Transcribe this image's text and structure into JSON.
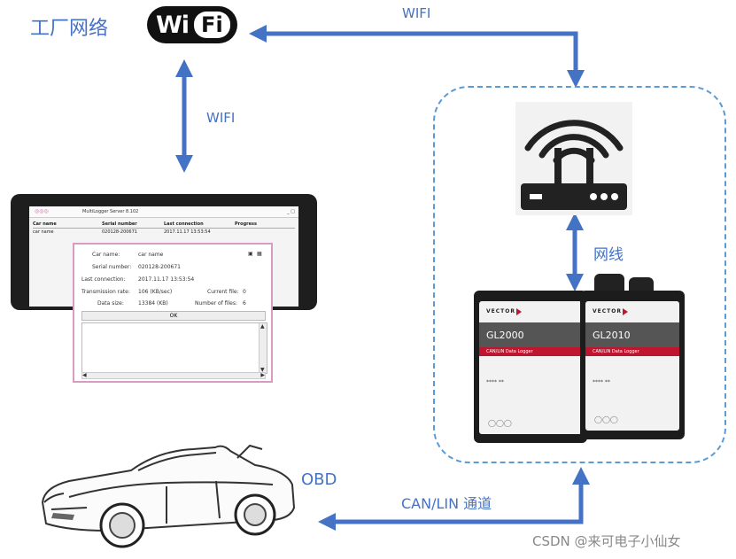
{
  "labels": {
    "factory_network": "工厂网络",
    "wifi_top": "WIFI",
    "wifi_left": "WIFI",
    "cable": "网线",
    "obd": "OBD",
    "can_lin": "CAN/LIN 通道",
    "watermark": "CSDN @来可电子小仙女"
  },
  "wifi_logo": {
    "left": "Wi",
    "right": "Fi"
  },
  "software": {
    "window_title": "MultiLogger Server 8.102",
    "window_controls": "_ □",
    "table_headers": [
      "Car name",
      "Serial number",
      "Last connection",
      "Progress"
    ],
    "table_row": [
      "car name",
      "020128-200671",
      "2017.11.17 13:53:54",
      ""
    ],
    "dialog": {
      "car_name_label": "Car name:",
      "car_name_value": "car name",
      "serial_label": "Serial number:",
      "serial_value": "020128-200671",
      "last_conn_label": "Last connection:",
      "last_conn_value": "2017.11.17 13:53:54",
      "rate_label": "Transmission rate:",
      "rate_value": "106 (KB/sec)",
      "current_file_label": "Current file:",
      "current_file_value": "0",
      "data_size_label": "Data size:",
      "data_size_value": "13384 (KB)",
      "num_files_label": "Number of files:",
      "num_files_value": "6",
      "ok": "OK"
    }
  },
  "loggers": [
    {
      "brand": "VECTOR",
      "model": "GL2000",
      "subtitle": "CAN/LIN Data Logger",
      "leds": "**** **"
    },
    {
      "brand": "VECTOR",
      "model": "GL2010",
      "subtitle": "CAN/LIN Data Logger",
      "leds": "**** **"
    }
  ],
  "colors": {
    "arrow": "#4472c4",
    "label": "#4472c4",
    "dashed_border": "#5b9bd5",
    "logger_red": "#c0152f"
  }
}
